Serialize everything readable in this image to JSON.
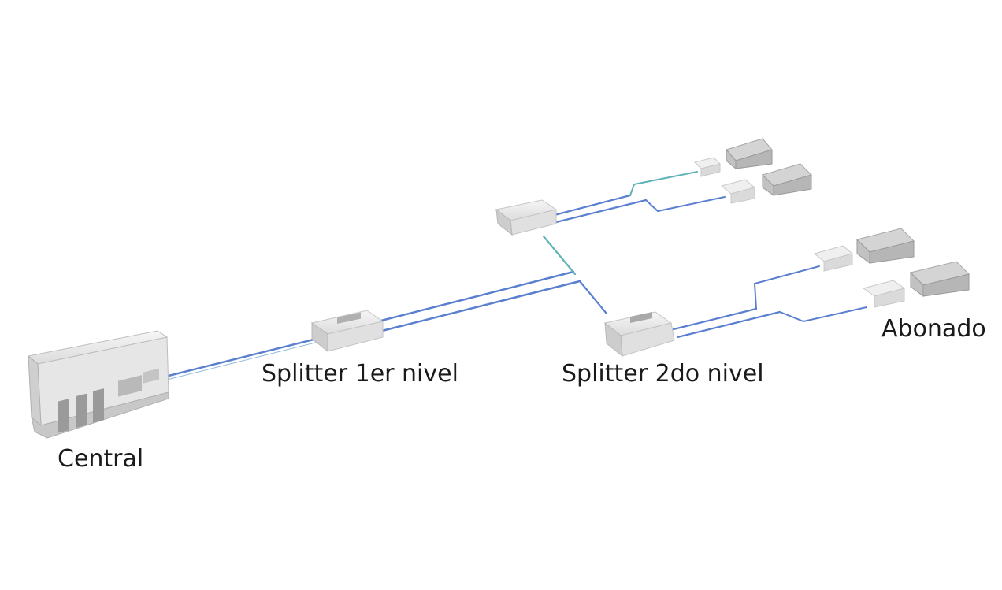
{
  "labels": {
    "central": "Central",
    "splitter_1": "Splitter 1er nivel",
    "splitter_2": "Splitter 2do nivel",
    "abonado": "Abonado"
  },
  "colors": {
    "fiber_blue": "#5b7fd0",
    "fiber_teal": "#5fb3b8",
    "device_light": "#ececec",
    "device_mid": "#d6d6d6",
    "device_dark": "#a8a8a8",
    "label_text": "#1a1a1a"
  },
  "icons": {
    "central": "olt-central-office-icon",
    "splitter": "optical-splitter-icon",
    "ont": "ont-terminal-icon",
    "subscriber": "subscriber-house-icon"
  }
}
